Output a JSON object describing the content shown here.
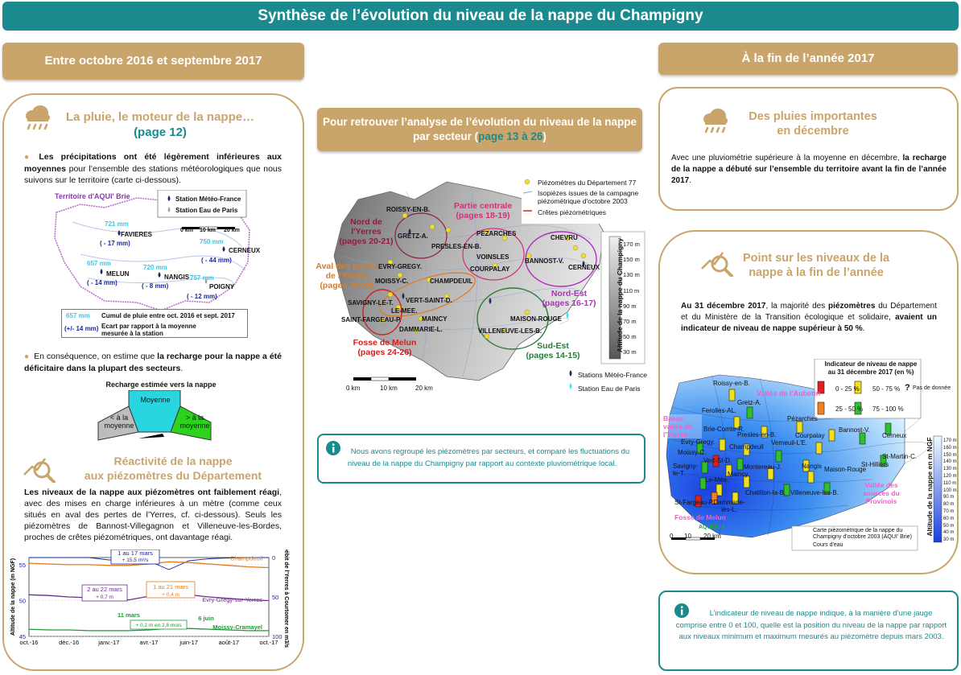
{
  "banner": "Synthèse de l’évolution du niveau de la nappe du Champigny",
  "left_header": "Entre octobre 2016 et septembre 2017",
  "right_header": "À la fin de l’année 2017",
  "rain": {
    "title": "La pluie, le moteur de la nappe…",
    "page": "(page 12)",
    "p1_bold": "Les précipitations ont été légèrement inférieures aux moyennes",
    "p1_rest": " pour l’ensemble des stations météorologiques que nous suivons sur le territoire (carte ci-dessous).",
    "map": {
      "territory": "Territoire d'AQUI' Brie",
      "legend_mf": "Station Météo-France",
      "legend_ep": "Station Eau de Paris",
      "scale": [
        "0 km",
        "10 km",
        "20 km"
      ],
      "stations": [
        {
          "name": "FAVIERES",
          "mm": "721 mm",
          "ecart": "( - 17 mm)"
        },
        {
          "name": "CERNEUX",
          "mm": "750 mm",
          "ecart": "( - 44 mm)"
        },
        {
          "name": "MELUN",
          "mm": "657 mm",
          "ecart": "( - 14 mm)"
        },
        {
          "name": "NANGIS",
          "mm": "720 mm",
          "ecart": "( - 8 mm)"
        },
        {
          "name": "POIGNY",
          "mm": "757 mm",
          "ecart": "( - 12 mm)"
        }
      ],
      "key1_val": "657 mm",
      "key1_txt": "Cumul de pluie entre oct. 2016 et sept. 2017",
      "key2_val": "(+/- 14 mm)",
      "key2_txt": "Ecart par rapport à la moyenne mesurée à la station"
    },
    "p2_a": "En conséquence, on estime que ",
    "p2_bold": "la recharge pour la nappe a été déficitaire dans la plupart des secteurs",
    "p2_end": ".",
    "gauge": {
      "title": "Recharge estimée vers la nappe",
      "low": "< à la moyenne",
      "mid": "Moyenne",
      "high": "> à la moyenne"
    }
  },
  "react": {
    "title1": "Réactivité de la nappe",
    "title2": "aux piézomètres du Département",
    "p_bold": "Les niveaux de la nappe aux piézomètres ont faiblement réagi",
    "p_rest": ", avec des mises en charge inférieures à un mètre (comme ceux situés en aval des pertes de l’Yerres, cf. ci-dessous). Seuls les piézomètres de Bannost-Villegagnon et Villeneuve-les-Bordes, proches de crêtes piézométriques, ont davantage réagi."
  },
  "chart_data": {
    "type": "line",
    "ylabel": "Altitude de la nappe (m NGF)",
    "y2label": "Débit de l'Yerres à Courtomer en m3/s",
    "ylim": [
      45,
      56
    ],
    "y2lim": [
      0,
      100
    ],
    "yticks": [
      "55",
      "50",
      "45"
    ],
    "y2ticks": [
      "0",
      "50",
      "100"
    ],
    "xticks": [
      "oct.-16",
      "déc.-16",
      "janv.-17",
      "avr.-17",
      "juin-17",
      "août-17",
      "oct.-17"
    ],
    "series": [
      {
        "name": "Champdeuil",
        "color": "#e07b1f",
        "values": [
          55.2,
          55.1,
          55.0,
          55.0,
          54.9,
          54.9,
          55.1,
          55.4,
          55.3,
          55.1,
          54.9,
          54.7,
          54.6
        ]
      },
      {
        "name": "Evry-Gregy-sur-Yerres",
        "color": "#6b2c8f",
        "values": [
          50.8,
          50.7,
          50.5,
          50.4,
          50.2,
          50.1,
          50.6,
          51.0,
          50.8,
          50.5,
          50.3,
          50.1,
          50.0
        ]
      },
      {
        "name": "Moissy-Cramayel",
        "color": "#1e9a3a",
        "values": [
          46.0,
          45.9,
          45.9,
          45.8,
          45.8,
          45.8,
          45.9,
          46.1,
          46.1,
          46.0,
          45.9,
          45.8,
          45.8
        ]
      }
    ],
    "annotations": [
      {
        "a": "1 au 17 mars",
        "b": "+ 15,5 m³/s"
      },
      {
        "a": "2 au 22 mars",
        "b": "+ 0,7 m"
      },
      {
        "a": "1 au 21 mars",
        "b": "+ 0,4 m"
      },
      {
        "a": "11 mars",
        "b": "+ 0,2 m en 2,8 mois"
      },
      {
        "a": "6 juin",
        "b": ""
      }
    ]
  },
  "sector": {
    "header_a": "Pour retrouver l’analyse de l’évolution du niveau de la nappe par secteur (",
    "header_pages": "page 13 à 26",
    "header_b": ")",
    "legend": [
      "Piézomètres du Département 77",
      "Isopièzes issues de la campagne piézométrique d'octobre 2003",
      "Crêtes piézométriques"
    ],
    "sectors": [
      {
        "name": "Nord de l'Yerres",
        "pages": "(pages 20-21)"
      },
      {
        "name": "Partie centrale",
        "pages": "(pages 18-19)"
      },
      {
        "name": "Aval des pertes de l'Yerres",
        "pages": "(pages 22-23)"
      },
      {
        "name": "Nord-Est",
        "pages": "(pages 16-17)"
      },
      {
        "name": "Sud-Est",
        "pages": "(pages 14-15)"
      },
      {
        "name": "Fosse de Melun",
        "pages": "(pages 24-26)"
      }
    ],
    "towns": [
      "ROISSY-EN-B.",
      "GRETZ-A.",
      "PRESLES-EN-B.",
      "PEZARCHES",
      "CHEVRU",
      "VOINSLES",
      "BANNOST-V.",
      "EVRY-GREGY.",
      "COURPALAY",
      "CERNEUX",
      "MOISSY-C.",
      "CHAMPDEUIL",
      "SAVIGNY-LE-T.",
      "VERT-SAINT-D.",
      "LE-MEE.",
      "MAISON-ROUGE",
      "SAINT-FARGEAU-P.",
      "MAINCY",
      "DAMMARIE-L.",
      "VILLENEUVE-LES-B."
    ],
    "scale_title": "Altitude de la nappe du Champigny",
    "scale_ticks": [
      "170 m",
      "150 m",
      "130 m",
      "110 m",
      "90 m",
      "70 m",
      "50 m",
      "30 m"
    ],
    "km": [
      "0 km",
      "10 km",
      "20 km"
    ],
    "legend2": [
      "Stations Météo-France",
      "Station Eau de Paris"
    ],
    "info": "Nous avons regroupé les piézomètres par secteurs, et comparé les fluctuations du niveau de la nappe du Champigny par rapport au contexte pluviométrique local."
  },
  "dec": {
    "title1": "Des pluies importantes",
    "title2": "en décembre",
    "p_a": "Avec une pluviométrie supérieure à la moyenne en décembre, ",
    "p_bold": "la recharge de la nappe a débuté sur l’ensemble du territoire avant la fin de l’année 2017",
    "p_end": "."
  },
  "point": {
    "title1": "Point sur les niveaux de la",
    "title2": "nappe à la fin de l’année",
    "p_bold1": "Au 31 décembre 2017",
    "p_a": ", la majorité des ",
    "p_bold2": "piézomètres",
    "p_b": " du Département et du Ministère de la Transition écologique et solidaire, ",
    "p_bold3": "avaient un indicateur de niveau de nappe supérieur à 50 %",
    "p_end": ".",
    "legend_title": "Indicateur de niveau de nappe au 31 décembre 2017 (en %)",
    "legend": [
      "0 - 25 %",
      "25 - 50 %",
      "50 - 75 %",
      "75 - 100 %",
      "Pas de donnée"
    ],
    "zones": [
      "Vallée de l'Aubetin",
      "Basse vallée de l'Yerres",
      "Vallée des sources du Provinois",
      "Fosse de Melun"
    ],
    "places": [
      "Roissy-en-B.",
      "Gretz-A.",
      "Ferolles-AL.",
      "Pézarches",
      "Brie-Comte-R.",
      "Presles-en-B.",
      "Bannost-V.",
      "Cerneux",
      "Evry-Gregy.",
      "Champdeuil",
      "Verneuil-L'E.",
      "Courpalay",
      "Moissy-C.",
      "Vert-St-D.",
      "Montereau-J.",
      "Nangis",
      "Maison-Rouge",
      "St-Hilliers",
      "St-Martin-C.",
      "Savigny-le-T.",
      "Le-Mée.",
      "Maincy",
      "Chatillon-la-B.",
      "Villeneuve-les-B.",
      "St-Fargeau-P.",
      "Dammarie-les-L."
    ],
    "scale_title": "Altitude de la nappe en m NGF",
    "scale_ticks": [
      "170 m",
      "160 m",
      "150 m",
      "140 m",
      "130 m",
      "120 m",
      "110 m",
      "100 m",
      "90 m",
      "80 m",
      "70 m",
      "60 m",
      "50 m",
      "40 m",
      "30 m"
    ],
    "map_legend": [
      "Carte piézométrique de la nappe du Champigny d'octobre 2003 (AQUI' Brie)",
      "Cours d'eau"
    ],
    "km": [
      "0",
      "10",
      "20 km"
    ],
    "logo": "AQUI'Brie"
  },
  "gauge_info": "L’indicateur de niveau de nappe indique, à la manière d’une jauge comprise entre 0 et 100, quelle est la position du niveau de la nappe par rapport aux niveaux minimum et maximum mesurés au piézomètre depuis mars 2003."
}
